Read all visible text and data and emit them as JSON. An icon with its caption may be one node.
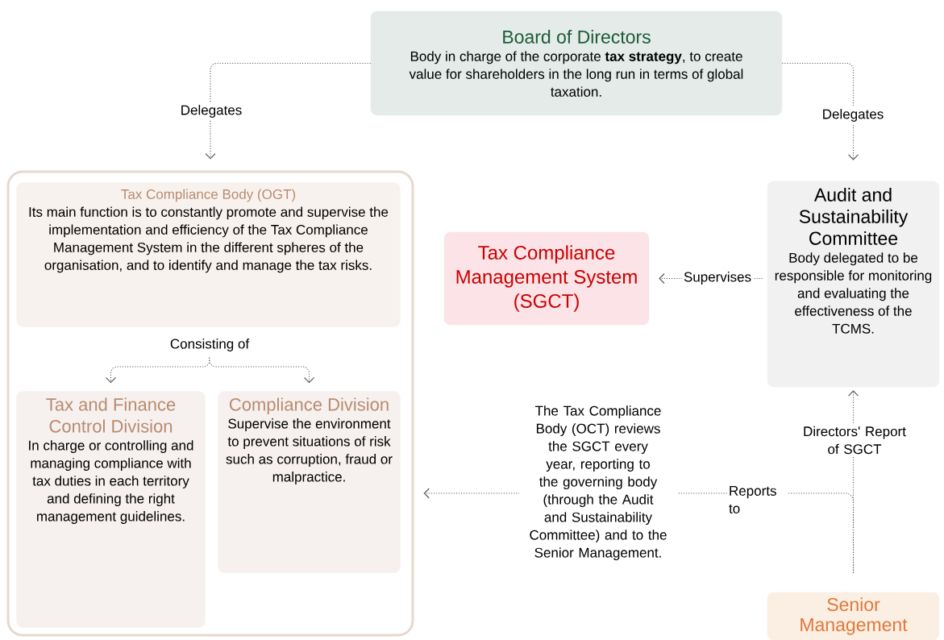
{
  "diagram": {
    "nodes": [
      {
        "text": [
          "Board of Directors",
          "Body in charge of the corporate **tax strategy**, to create value for shareholders in the long run in terms of global taxation."
        ]
      },
      {
        "text": [],
        "shape": "box"
      },
      {
        "text": [
          "Tax Compliance Body (OGT)",
          "Its main function is to constantly promote and supervise the implementation and efficiency of the Tax Compliance Management System in the different spheres of the organisation, and to identify and manage the tax risks."
        ],
        "in": 1
      },
      {
        "text": [
          "Tax and Finance Control Division",
          "In charge or controlling and managing compliance with tax duties in each territory and defining the right management guidelines."
        ],
        "in": 1
      },
      {
        "text": [
          "Compliance Division",
          "Supervise the environment to prevent situations of risk such as corruption, fraud or malpractice."
        ],
        "in": 1
      },
      {
        "text": [
          "Tax Compliance Management System (SGCT)"
        ]
      },
      {
        "text": [
          "Audit and Sustainability Committee",
          "Body delegated to be responsible for monitoring and evaluating the effectiveness of the TCMS."
        ]
      },
      {
        "text": [
          "Senior Management"
        ]
      }
    ],
    "edges": [
      {
        "from": 0,
        "to": 1,
        "arrow": "to",
        "label": "Delegates"
      },
      {
        "from": 0,
        "to": 6,
        "arrow": "to",
        "label": "Delegates"
      },
      {
        "from": 2,
        "to": 3,
        "arrow": "to",
        "label": "Consisting of"
      },
      {
        "from": 2,
        "to": 4,
        "arrow": "to"
      },
      {
        "from": 6,
        "to": 5,
        "arrow": "to",
        "label": "Supervises"
      },
      {
        "from": 7,
        "to": 6,
        "arrow": "to",
        "label": "Directors' Report of SGCT"
      },
      {
        "from": 7,
        "to": 1,
        "arrow": "to",
        "label": "Reports to"
      }
    ],
    "labels": [
      "The Tax Compliance Body (OCT) reviews the SGCT every year, reporting to the governing body (through the Audit and Sustainability Committee) and to the Senior Management."
    ]
  }
}
